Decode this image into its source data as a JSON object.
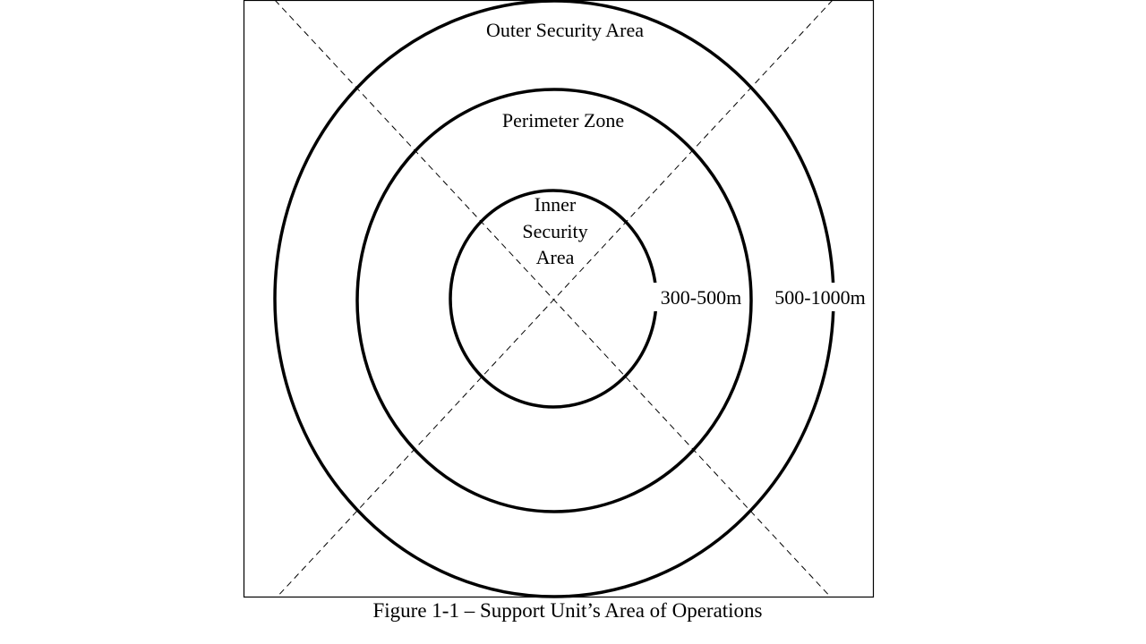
{
  "diagram": {
    "zones": {
      "outer": {
        "label": "Outer Security Area"
      },
      "perimeter": {
        "label": "Perimeter Zone"
      },
      "inner": {
        "label_lines": [
          "Inner",
          "Security",
          "Area"
        ]
      }
    },
    "distances": {
      "perimeter_range": "300-500m",
      "outer_range": "500-1000m"
    },
    "colors": {
      "line": "#000000",
      "background": "#ffffff"
    }
  },
  "caption": "Figure 1-1 – Support Unit’s Area of Operations"
}
